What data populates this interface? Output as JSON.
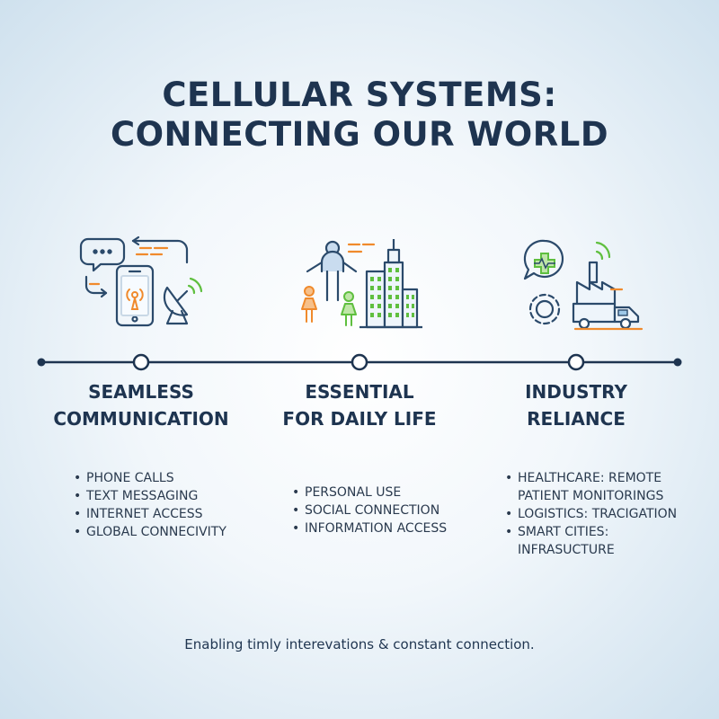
{
  "title": {
    "line1": "CELLULAR SYSTEMS:",
    "line2": "CONNECTING OUR WORLD"
  },
  "icons": {
    "column1": "smartphone-chat-satellite-icon",
    "column2": "people-city-icon",
    "column3": "healthcare-industry-truck-icon"
  },
  "colors": {
    "navy": "#1e3450",
    "blue": "#3a7fb8",
    "orange": "#f08a2c",
    "green": "#5fbf3f",
    "background": "#e7f0f7"
  },
  "columns": [
    {
      "heading_line1": "SEAMLESS",
      "heading_line2": "COMMUNICATION",
      "items": [
        "PHONE CALLS",
        "TEXT MESSAGING",
        "INTERNET ACCESS",
        "GLOBAL CONNECIVITY"
      ]
    },
    {
      "heading_line1": "ESSENTIAL",
      "heading_line2": "FOR DAILY LIFE",
      "items": [
        "PERSONAL USE",
        "SOCIAL CONNECTION",
        "INFORMATION ACCESS"
      ]
    },
    {
      "heading_line1": "INDUSTRY",
      "heading_line2": "RELIANCE",
      "items": [
        "HEALTHCARE: REMOTE",
        "PATIENT MONITORINGS",
        "LOGISTICS: TRACIGATION",
        "SMART CITIES:",
        "INFRASUCTURE"
      ]
    }
  ],
  "footer": "Enabling timly interevations & constant connection."
}
